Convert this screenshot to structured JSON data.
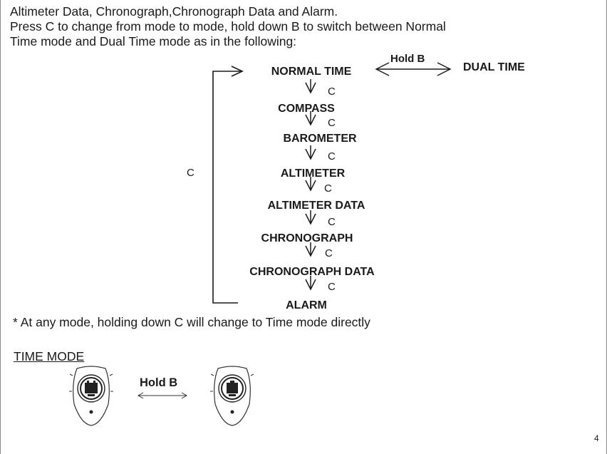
{
  "intro": {
    "line1": "Altimeter Data, Chronograph,Chronograph Data and Alarm.",
    "line2": "Press C to change from mode to mode, hold down B to switch between Normal",
    "line3": "Time mode and Dual Time mode as in the following:"
  },
  "flow": {
    "modes": [
      "NORMAL TIME",
      "COMPASS",
      "BAROMETER",
      "ALTIMETER",
      "ALTIMETER DATA",
      "CHRONOGRAPH",
      "CHRONOGRAPH DATA",
      "ALARM"
    ],
    "step_label": "C",
    "hold_label": "Hold B",
    "dual_mode": "DUAL TIME",
    "loop_label": "C"
  },
  "note": "* At any mode, holding down C will change to Time mode directly",
  "section": {
    "title": "TIME MODE",
    "hold_label": "Hold B"
  },
  "page_number": "4"
}
